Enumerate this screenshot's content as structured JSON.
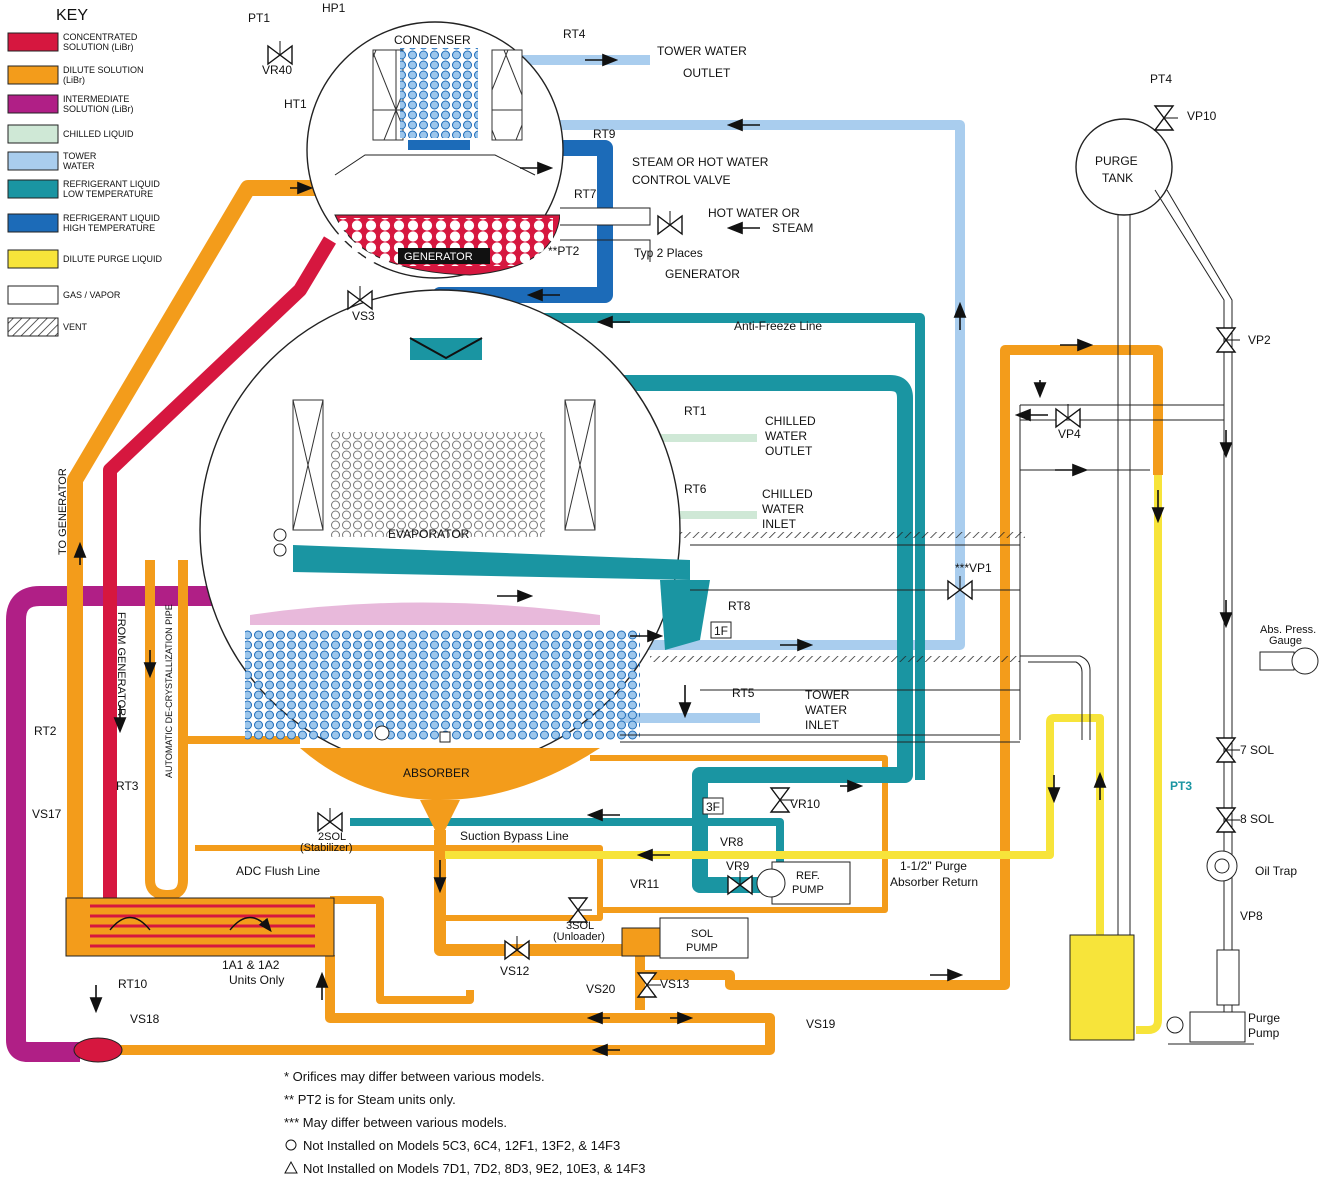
{
  "key": {
    "title": "KEY",
    "items": [
      {
        "label": "CONCENTRATED",
        "label2": "SOLUTION  (LiBr)",
        "color": "#d6173f"
      },
      {
        "label": "DILUTE SOLUTION",
        "label2": "(LiBr)",
        "color": "#f39c1b"
      },
      {
        "label": "INTERMEDIATE",
        "label2": "SOLUTION (LiBr)",
        "color": "#b01f86"
      },
      {
        "label": "CHILLED LIQUID",
        "label2": "",
        "color": "#cfe8d6"
      },
      {
        "label": "TOWER",
        "label2": "WATER",
        "color": "#a9cdee"
      },
      {
        "label": "REFRIGERANT LIQUID",
        "label2": "LOW TEMPERATURE",
        "color": "#1a95a2"
      },
      {
        "label": "REFRIGERANT LIQUID",
        "label2": "HIGH TEMPERATURE",
        "color": "#1c6bb8"
      },
      {
        "label": "DILUTE PURGE LIQUID",
        "label2": "",
        "color": "#f7e43a"
      },
      {
        "label": "GAS / VAPOR",
        "label2": "",
        "color": "#ffffff"
      },
      {
        "label": "VENT",
        "label2": "",
        "color": "hatch"
      }
    ]
  },
  "vessels": {
    "condenser": "CONDENSER",
    "generator": "GENERATOR",
    "evaporator": "EVAPORATOR",
    "absorber": "ABSORBER",
    "purge_tank_1": "PURGE",
    "purge_tank_2": "TANK"
  },
  "labels": {
    "pt1": "PT1",
    "hp1": "HP1",
    "vr40": "VR40",
    "ht1": "HT1",
    "rt4": "RT4",
    "tower_outlet_1": "TOWER WATER",
    "tower_outlet_2": "OUTLET",
    "rt9": "RT9",
    "steam_valve_1": "STEAM OR HOT WATER",
    "steam_valve_2": "CONTROL VALVE",
    "rt7": "RT7",
    "hot_water_1": "HOT WATER OR",
    "hot_water_2": "STEAM",
    "pt2": "**PT2",
    "typ2": "Typ 2 Places",
    "generator_out": "GENERATOR",
    "vs3": "VS3",
    "antifreeze": "Anti-Freeze Line",
    "rt1": "RT1",
    "chilled_out_1": "CHILLED",
    "chilled_out_2": "WATER",
    "chilled_out_3": "OUTLET",
    "rt6": "RT6",
    "chilled_in_1": "CHILLED",
    "chilled_in_2": "WATER",
    "chilled_in_3": "INLET",
    "vp1": "***VP1",
    "rt8": "RT8",
    "f1": "1F",
    "rt5": "RT5",
    "tower_in_1": "TOWER",
    "tower_in_2": "WATER",
    "tower_in_3": "INLET",
    "to_generator": "TO GENERATOR",
    "from_generator": "FROM GENERATOR",
    "adc_pipe": "AUTOMATIC DE-CRYSTALLIZATION PIPE",
    "rt2": "RT2",
    "rt3": "RT3",
    "vs17": "VS17",
    "sol2": "2SOL",
    "stabilizer": "(Stabilizer)",
    "f3": "3F",
    "vr10": "VR10",
    "suction_bypass": "Suction Bypass Line",
    "vr8": "VR8",
    "adc_flush": "ADC Flush Line",
    "vr9": "VR9",
    "vr11": "VR11",
    "ref_pump_1": "REF.",
    "ref_pump_2": "PUMP",
    "purge_return_1": "1-1/2\" Purge",
    "purge_return_2": "Absorber Return",
    "sol3": "3SOL",
    "unloader": "(Unloader)",
    "sol_pump_1": "SOL",
    "sol_pump_2": "PUMP",
    "vs12": "VS12",
    "vs20": "VS20",
    "vs13": "VS13",
    "rt10": "RT10",
    "a1a2_1": "1A1 & 1A2",
    "a1a2_2": "Units Only",
    "vs18": "VS18",
    "vs19": "VS19",
    "pt4": "PT4",
    "vp10": "VP10",
    "vp2": "VP2",
    "vp4": "VP4",
    "abs_gauge_1": "Abs. Press.",
    "abs_gauge_2": "Gauge",
    "sol7": "7 SOL",
    "pt3": "PT3",
    "sol8": "8 SOL",
    "oil_trap": "Oil Trap",
    "vp8": "VP8",
    "purge_pump_1": "Purge",
    "purge_pump_2": "Pump"
  },
  "notes": [
    "* Orifices may differ between various models.",
    "** PT2 is for Steam units only.",
    "*** May differ between various models.",
    "Not Installed on Models 5C3, 6C4, 12F1, 13F2, & 14F3",
    "Not Installed on Models 7D1, 7D2, 8D3, 9E2, 10E3, & 14F3"
  ],
  "colors": {
    "concentrated": "#d6173f",
    "dilute": "#f39c1b",
    "intermediate": "#b01f86",
    "chilled": "#cfe8d6",
    "tower": "#a9cdee",
    "ref_low": "#1a95a2",
    "ref_high": "#1c6bb8",
    "purge": "#f7e43a",
    "pt3_accent": "#1a95a2"
  }
}
